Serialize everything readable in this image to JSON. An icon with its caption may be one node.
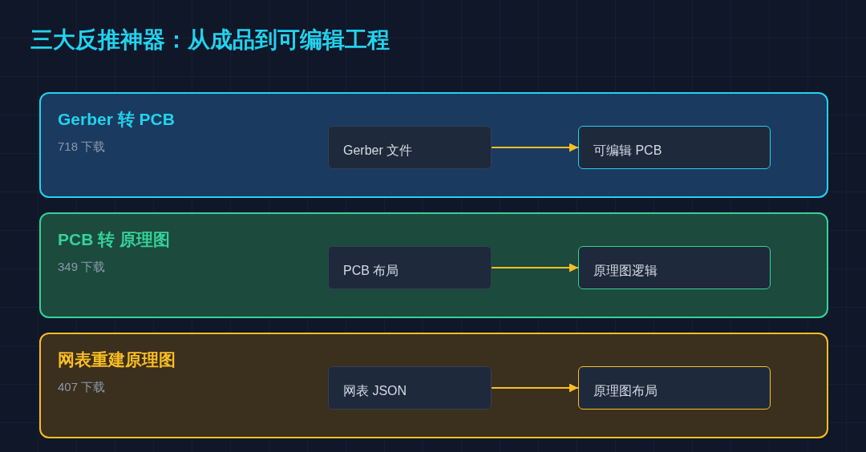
{
  "diagram": {
    "title": "三大反推神器：从成品到可编辑工程",
    "nodes": [
      {
        "text": [
          "Gerber 转 PCB",
          "718 下载"
        ]
      },
      {
        "text": [
          "Gerber 文件"
        ],
        "in": 0
      },
      {
        "text": [
          "可编辑 PCB"
        ],
        "in": 0
      },
      {
        "text": [
          "PCB 转 原理图",
          "349 下载"
        ]
      },
      {
        "text": [
          "PCB 布局"
        ],
        "in": 3
      },
      {
        "text": [
          "原理图逻辑"
        ],
        "in": 3
      },
      {
        "text": [
          "网表重建原理图",
          "407 下载"
        ]
      },
      {
        "text": [
          "网表 JSON"
        ],
        "in": 6
      },
      {
        "text": [
          "原理图布局"
        ],
        "in": 6
      }
    ],
    "edges": [
      {
        "from": 1,
        "to": 2,
        "arrow": "to"
      },
      {
        "from": 4,
        "to": 5,
        "arrow": "to"
      },
      {
        "from": 7,
        "to": 8,
        "arrow": "to"
      }
    ]
  }
}
